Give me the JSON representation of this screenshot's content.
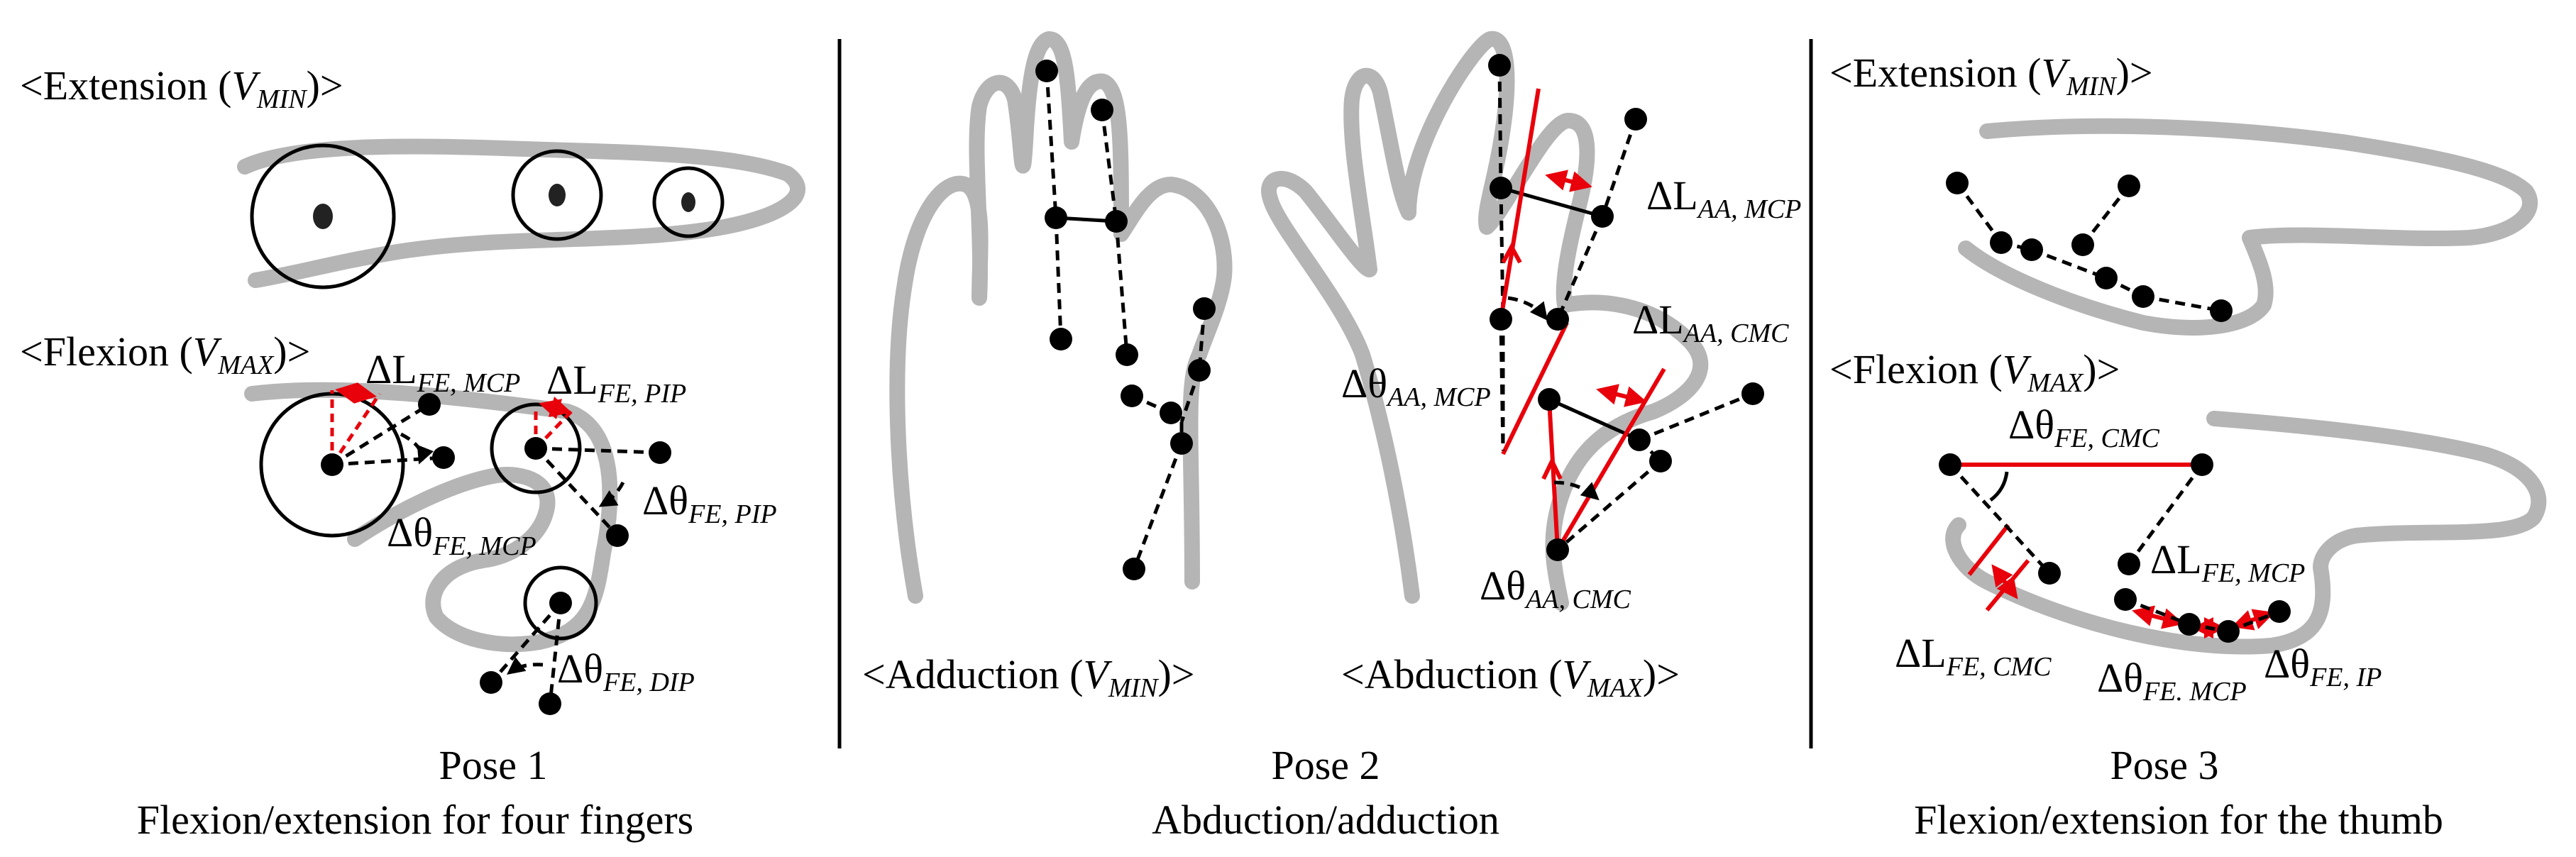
{
  "panels": [
    {
      "title": "Pose 1",
      "subtitle": "Flexion/extension  for four fingers",
      "top_label": "<Extension (",
      "top_var": "V",
      "top_sub": "MIN",
      "top_close": ")>",
      "bottom_label": "<Flexion  (",
      "bottom_var": "V",
      "bottom_sub": "MAX",
      "bottom_close": ")>",
      "annotations": [
        {
          "main": "ΔL",
          "sub": "FE, MCP"
        },
        {
          "main": "ΔL",
          "sub": "FE, PIP"
        },
        {
          "main": "Δθ",
          "sub": "FE, MCP"
        },
        {
          "main": "Δθ",
          "sub": "FE, PIP"
        },
        {
          "main": "Δθ",
          "sub": "FE, DIP"
        }
      ]
    },
    {
      "title": "Pose 2",
      "subtitle": "Abduction/adduction",
      "left_label": "<Adduction (",
      "left_var": "V",
      "left_sub": "MIN",
      "left_close": ")>",
      "right_label": "<Abduction (",
      "right_var": "V",
      "right_sub": "MAX",
      "right_close": ")>",
      "annotations": [
        {
          "main": "ΔL",
          "sub": "AA, MCP"
        },
        {
          "main": "ΔL",
          "sub": "AA, CMC"
        },
        {
          "main": "Δθ",
          "sub": "AA, MCP"
        },
        {
          "main": "Δθ",
          "sub": "AA, CMC"
        }
      ]
    },
    {
      "title": "Pose 3",
      "subtitle": "Flexion/extension  for the thumb",
      "top_label": "<Extension (",
      "top_var": "V",
      "top_sub": "MIN",
      "top_close": ")>",
      "bottom_label": "<Flexion  (",
      "bottom_var": "V",
      "bottom_sub": "MAX",
      "bottom_close": ")>",
      "annotations": [
        {
          "main": "Δθ",
          "sub": "FE, CMC"
        },
        {
          "main": "ΔL",
          "sub": "FE, MCP"
        },
        {
          "main": "ΔL",
          "sub": "FE, CMC"
        },
        {
          "main": "Δθ",
          "sub": "FE. MCP"
        },
        {
          "main": "Δθ",
          "sub": "FE, IP"
        }
      ]
    }
  ],
  "colors": {
    "hand_outline": "#b5b5b5",
    "highlight": "#e8000b",
    "ink": "#000000"
  }
}
